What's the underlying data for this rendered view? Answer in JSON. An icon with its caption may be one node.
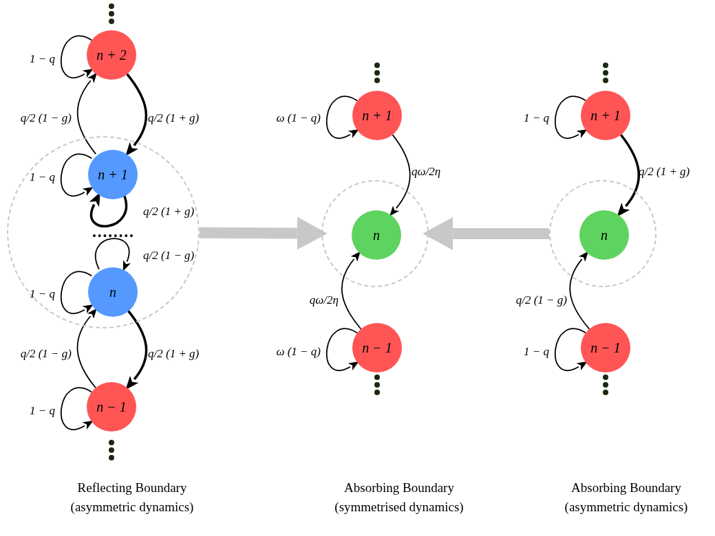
{
  "diagram": {
    "nodes": [
      {
        "text": [],
        "shape": "dots"
      },
      {
        "text": [
          "n + 2"
        ]
      },
      {
        "text": [],
        "shape": "circle"
      },
      {
        "text": [
          "n + 1"
        ],
        "in": 2
      },
      {
        "text": [],
        "shape": "bar",
        "in": 2
      },
      {
        "text": [
          "n"
        ],
        "in": 2
      },
      {
        "text": [
          "n − 1"
        ]
      },
      {
        "text": [],
        "shape": "dots"
      },
      {
        "text": [],
        "shape": "dots"
      },
      {
        "text": [
          "n + 1"
        ]
      },
      {
        "text": [],
        "shape": "circle"
      },
      {
        "text": [
          "n"
        ],
        "in": 10
      },
      {
        "text": [
          "n − 1"
        ]
      },
      {
        "text": [],
        "shape": "dots"
      },
      {
        "text": [],
        "shape": "dots"
      },
      {
        "text": [
          "n + 1"
        ]
      },
      {
        "text": [],
        "shape": "circle"
      },
      {
        "text": [
          "n"
        ],
        "in": 16
      },
      {
        "text": [
          "n − 1"
        ]
      },
      {
        "text": [],
        "shape": "dots"
      }
    ],
    "edges": [
      {
        "from": 1,
        "to": 1,
        "arrow": "to",
        "label": "1 − q"
      },
      {
        "from": 3,
        "to": 1,
        "arrow": "to",
        "label": "q/2 (1 − g)"
      },
      {
        "from": 1,
        "to": 3,
        "arrow": "to",
        "label": "q/2 (1 + g)",
        "style": "thick"
      },
      {
        "from": 3,
        "to": 3,
        "arrow": "to",
        "label": "1 − q"
      },
      {
        "from": 3,
        "to": 3,
        "arrow": "to",
        "label": "q/2 (1 + g)",
        "style": "thick"
      },
      {
        "from": 5,
        "to": 5,
        "arrow": "to",
        "label": "q/2 (1 − g)"
      },
      {
        "from": 5,
        "to": 5,
        "arrow": "to",
        "label": "1 − q"
      },
      {
        "from": 6,
        "to": 5,
        "arrow": "to",
        "label": "q/2 (1 − g)"
      },
      {
        "from": 5,
        "to": 6,
        "arrow": "to",
        "label": "q/2 (1 + g)",
        "style": "thick"
      },
      {
        "from": 6,
        "to": 6,
        "arrow": "to",
        "label": "1 − q"
      },
      {
        "from": 2,
        "to": 10,
        "arrow": "to",
        "style": "thick",
        "color": "#c8c8c8"
      },
      {
        "from": 9,
        "to": 9,
        "arrow": "to",
        "label": "ω (1 − q)"
      },
      {
        "from": 9,
        "to": 11,
        "arrow": "to",
        "label": "qω/2η"
      },
      {
        "from": 12,
        "to": 11,
        "arrow": "to",
        "label": "qω/2η"
      },
      {
        "from": 12,
        "to": 12,
        "arrow": "to",
        "label": "ω (1 − q)"
      },
      {
        "from": 16,
        "to": 10,
        "arrow": "to",
        "style": "thick",
        "color": "#c8c8c8"
      },
      {
        "from": 15,
        "to": 15,
        "arrow": "to",
        "label": "1 − q"
      },
      {
        "from": 15,
        "to": 17,
        "arrow": "to",
        "label": "q/2 (1 + g)",
        "style": "thick"
      },
      {
        "from": 18,
        "to": 17,
        "arrow": "to",
        "label": "q/2 (1 − g)"
      },
      {
        "from": 18,
        "to": 18,
        "arrow": "to",
        "label": "1 − q"
      }
    ],
    "labels": [
      "Reflecting Boundary (asymmetric dynamics)",
      "Absorbing Boundary (symmetrised dynamics)",
      "Absorbing Boundary (asymmetric dynamics)"
    ]
  }
}
